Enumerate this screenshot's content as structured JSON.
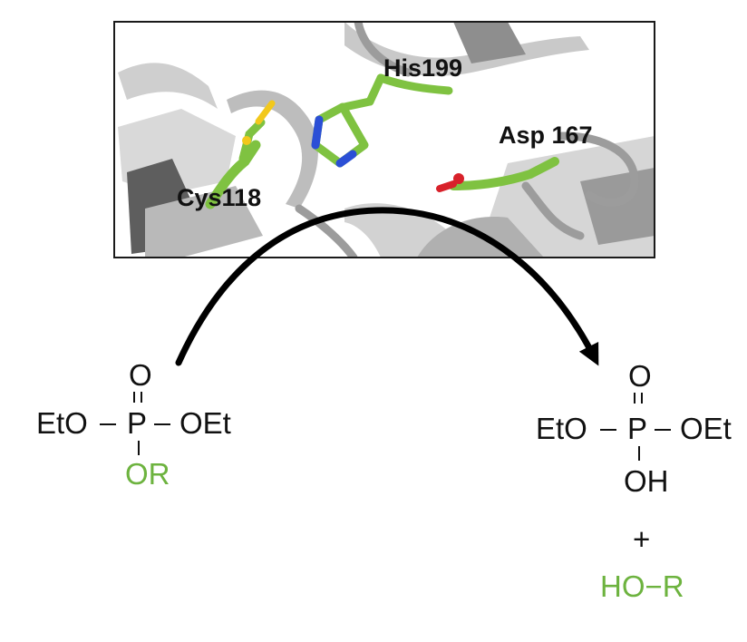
{
  "structure_panel": {
    "residues": {
      "his": "His199",
      "asp": "Asp 167",
      "cys": "Cys118"
    }
  },
  "reactant": {
    "top_atom": "O",
    "left_group": "EtO",
    "center_atom": "P",
    "right_group": "OEt",
    "bottom_group": "OR"
  },
  "product": {
    "top_atom": "O",
    "left_group": "EtO",
    "center_atom": "P",
    "right_group": "OEt",
    "bottom_group": "OH",
    "plus": "+",
    "leaving_group": "HO−R"
  },
  "colors": {
    "carbon_green": "#7fc241",
    "nitrogen_blue": "#2b4fd6",
    "oxygen_red": "#d8212a",
    "sulfur_yellow": "#f2c81c",
    "highlight_green": "#6db33f",
    "backbone_gray": "#a7a7a7"
  }
}
